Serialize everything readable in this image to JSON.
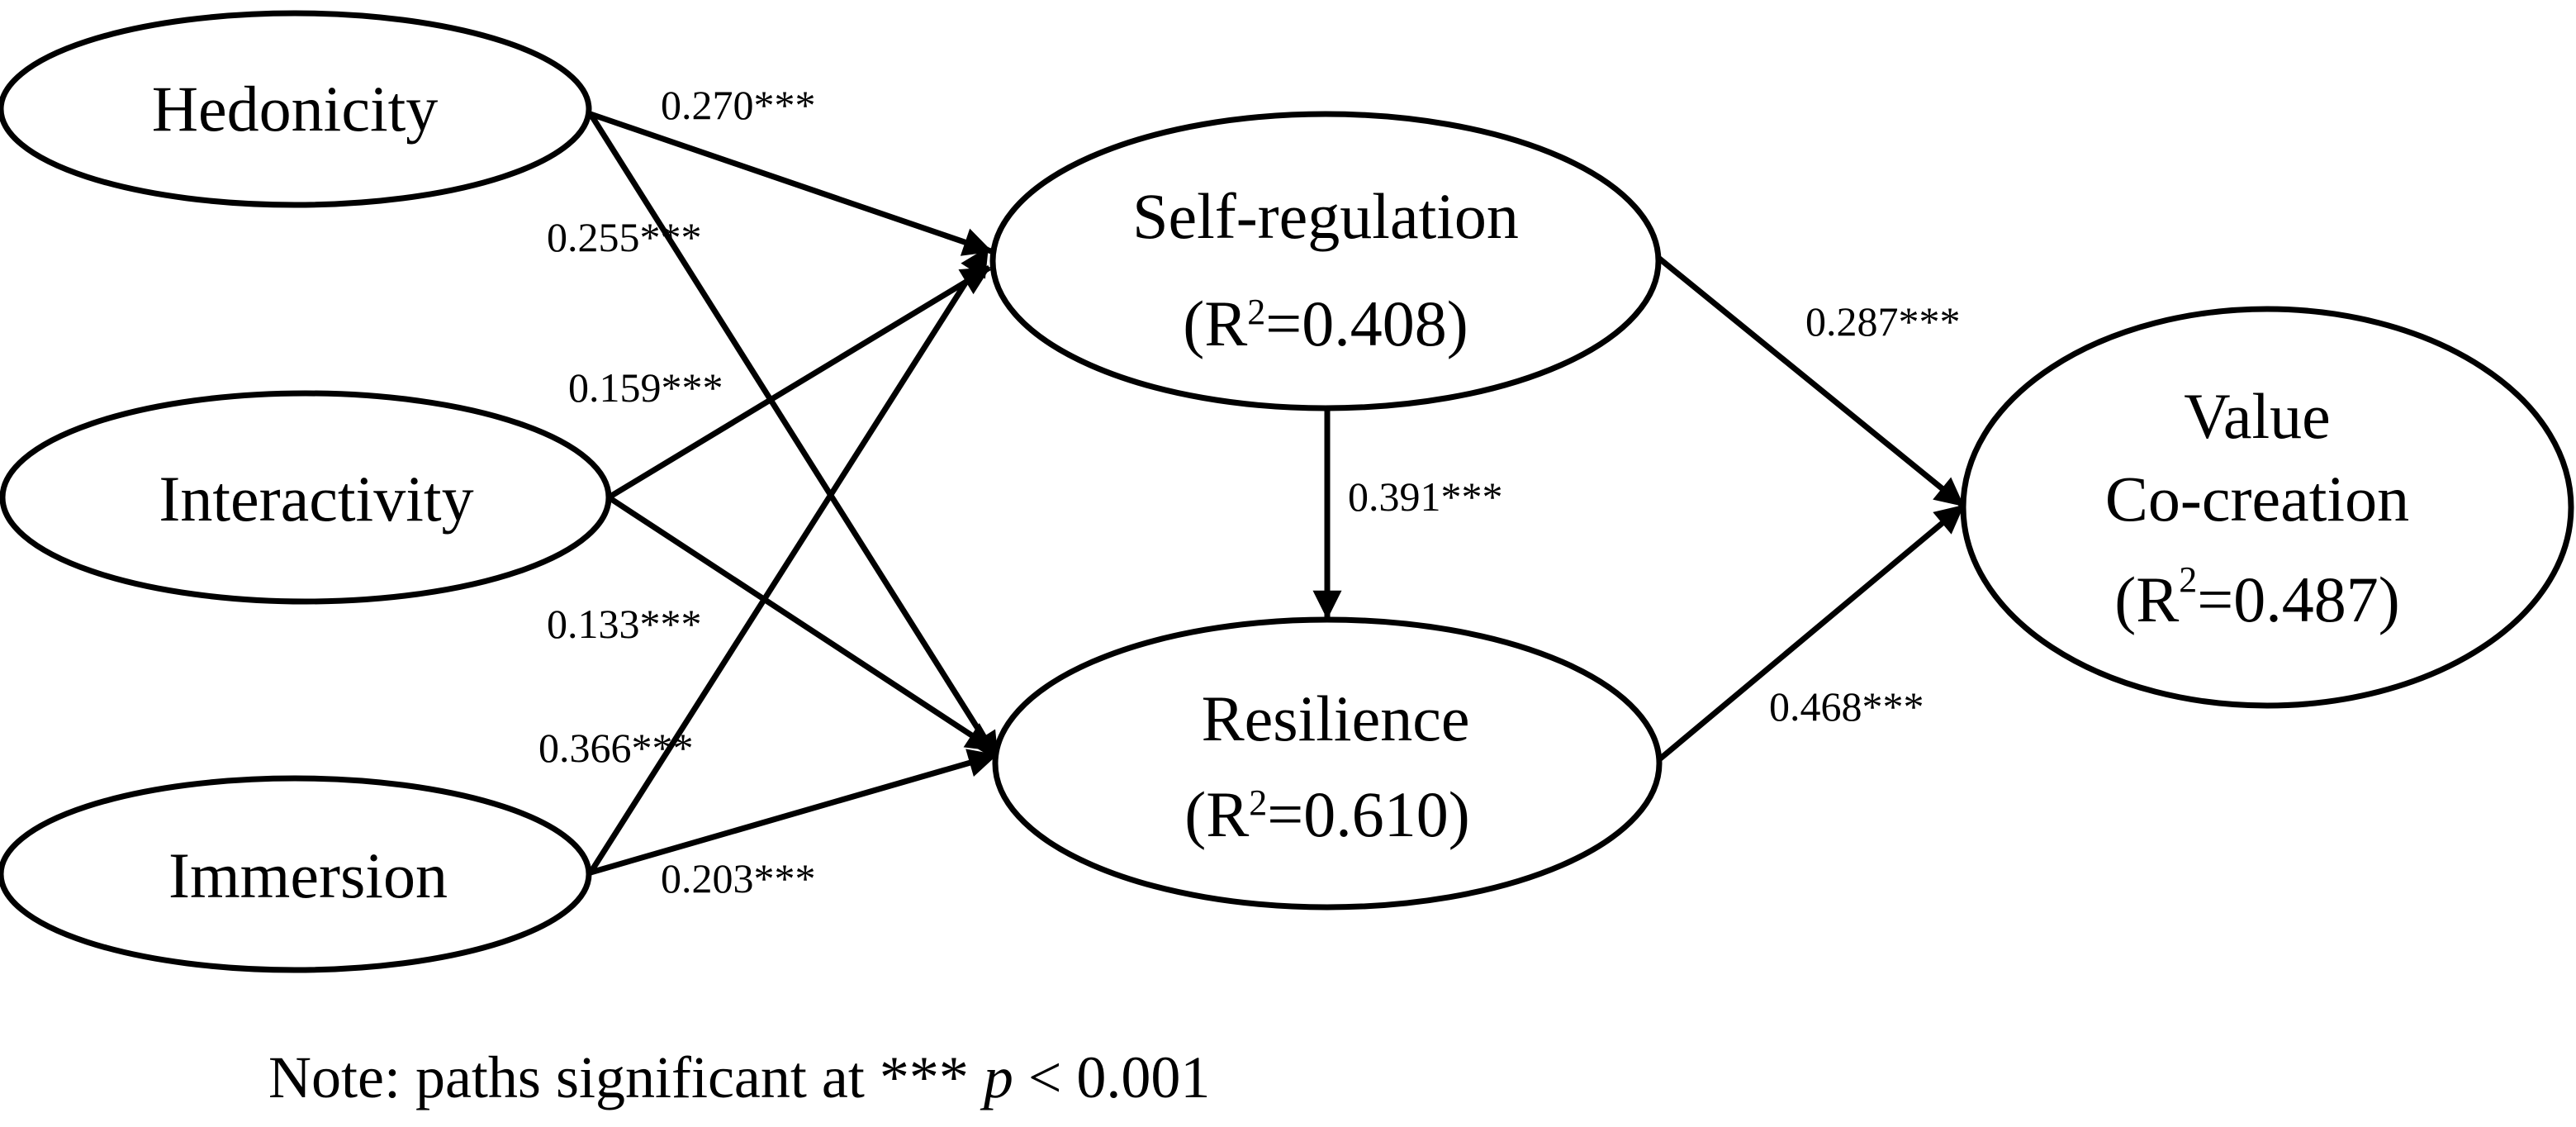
{
  "nodes": {
    "hedonicity": {
      "label": "Hedonicity"
    },
    "interactivity": {
      "label": "Interactivity"
    },
    "immersion": {
      "label": "Immersion"
    },
    "self_regulation": {
      "label": "Self-regulation",
      "r2_open": "(R",
      "r2_sup": "2",
      "r2_rest": "=0.408)"
    },
    "resilience": {
      "label": "Resilience",
      "r2_open": "(R",
      "r2_sup": "2",
      "r2_rest": "=0.610)"
    },
    "value_cocreation": {
      "label_line1": "Value",
      "label_line2": "Co-creation",
      "r2_open": "(R",
      "r2_sup": "2",
      "r2_rest": "=0.487)"
    }
  },
  "paths": [
    {
      "id": "hedonicity_to_self_regulation",
      "from": "Hedonicity",
      "to": "Self-regulation",
      "coefficient": "0.270***"
    },
    {
      "id": "hedonicity_to_resilience",
      "from": "Hedonicity",
      "to": "Resilience",
      "coefficient": "0.255***"
    },
    {
      "id": "interactivity_to_self_regulation",
      "from": "Interactivity",
      "to": "Self-regulation",
      "coefficient": "0.159***"
    },
    {
      "id": "interactivity_to_resilience",
      "from": "Interactivity",
      "to": "Resilience",
      "coefficient": "0.133***"
    },
    {
      "id": "immersion_to_self_regulation",
      "from": "Immersion",
      "to": "Self-regulation",
      "coefficient": "0.366***"
    },
    {
      "id": "immersion_to_resilience",
      "from": "Immersion",
      "to": "Resilience",
      "coefficient": "0.203***"
    },
    {
      "id": "self_regulation_to_resilience",
      "from": "Self-regulation",
      "to": "Resilience",
      "coefficient": "0.391***"
    },
    {
      "id": "self_regulation_to_value",
      "from": "Self-regulation",
      "to": "Value Co-creation",
      "coefficient": "0.287***"
    },
    {
      "id": "resilience_to_value",
      "from": "Resilience",
      "to": "Value Co-creation",
      "coefficient": "0.468***"
    }
  ],
  "note": {
    "prefix": "Note: paths significant at *** ",
    "p_symbol": "p",
    "suffix": " < 0.001"
  }
}
